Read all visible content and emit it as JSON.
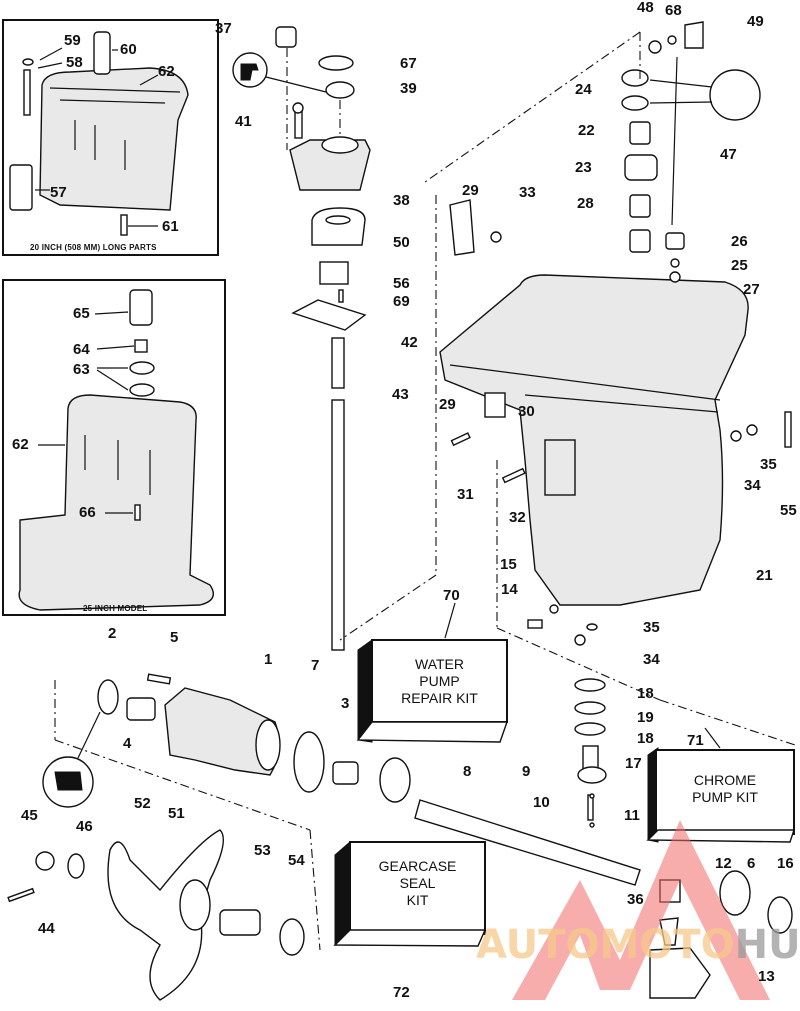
{
  "diagram": {
    "title": "Gearcase exploded parts diagram",
    "page_number": "72",
    "inset_20in": {
      "caption": "20 INCH (508 MM) LONG PARTS",
      "parts": [
        "59",
        "60",
        "58",
        "62",
        "57",
        "61"
      ]
    },
    "inset_25in": {
      "caption": "25 INCH MODEL",
      "parts": [
        "65",
        "64",
        "63",
        "62",
        "66"
      ]
    },
    "kits": {
      "water_pump": {
        "ref": "70",
        "lines": [
          "WATER",
          "PUMP",
          "REPAIR KIT"
        ]
      },
      "chrome_pump": {
        "ref": "71",
        "lines": [
          "CHROME",
          "PUMP KIT"
        ]
      },
      "gearcase_seal": {
        "ref": "72",
        "lines": [
          "GEARCASE",
          "SEAL",
          "KIT"
        ]
      }
    },
    "labels": {
      "p1": "1",
      "p2": "2",
      "p3": "3",
      "p4": "4",
      "p5": "5",
      "p6": "6",
      "p7": "7",
      "p8": "8",
      "p9": "9",
      "p10": "10",
      "p11": "11",
      "p12": "12",
      "p13": "13",
      "p14": "14",
      "p15": "15",
      "p16": "16",
      "p17": "17",
      "p18a": "18",
      "p18b": "18",
      "p19": "19",
      "p21": "21",
      "p22": "22",
      "p23": "23",
      "p24": "24",
      "p25": "25",
      "p26": "26",
      "p27": "27",
      "p28": "28",
      "p29a": "29",
      "p29b": "29",
      "p30": "30",
      "p31": "31",
      "p32": "32",
      "p33": "33",
      "p34a": "34",
      "p34b": "34",
      "p35a": "35",
      "p35b": "35",
      "p36": "36",
      "p37": "37",
      "p38": "38",
      "p39": "39",
      "p41": "41",
      "p42": "42",
      "p43": "43",
      "p44": "44",
      "p45": "45",
      "p46": "46",
      "p47": "47",
      "p48": "48",
      "p49": "49",
      "p50": "50",
      "p51": "51",
      "p52": "52",
      "p53": "53",
      "p54": "54",
      "p55": "55",
      "p56": "56",
      "p57": "57",
      "p58": "58",
      "p59": "59",
      "p60": "60",
      "p61": "61",
      "p62a": "62",
      "p62b": "62",
      "p63": "63",
      "p64": "64",
      "p65": "65",
      "p66": "66",
      "p67": "67",
      "p68": "68",
      "p69": "69",
      "p70": "70",
      "p71": "71"
    },
    "watermark": {
      "part1": "AUTOMOTO",
      "part2": "HUB",
      "colors": {
        "orange": "#f7c98a",
        "red": "#f08080",
        "gray": "#9a9a9a",
        "triangle": "#f26a6a"
      }
    }
  }
}
